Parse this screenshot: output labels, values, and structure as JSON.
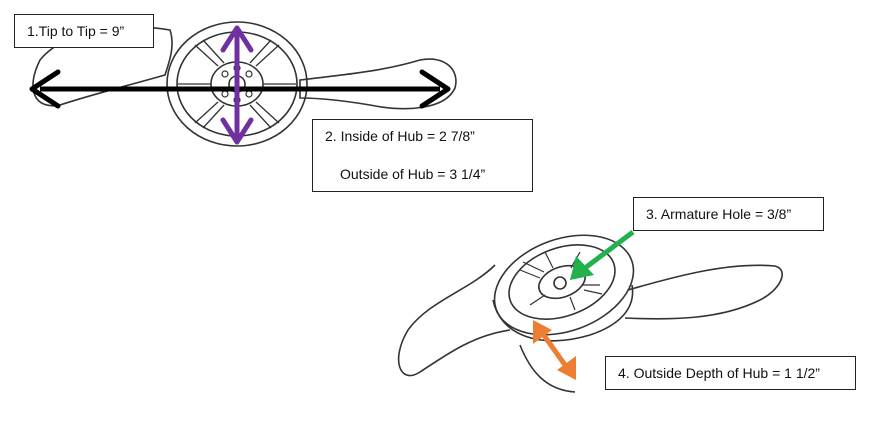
{
  "labels": {
    "tip_to_tip": "1.Tip to Tip = 9”",
    "inside_hub": "2. Inside of  Hub = 2 7/8”",
    "outside_hub": "Outside of Hub = 3 1/4”",
    "armature_hole": "3. Armature Hole = 3/8”",
    "outside_depth": "4. Outside Depth of Hub = 1 1/2”"
  },
  "colors": {
    "tip_arrow": "#000000",
    "hub_arrow": "#7030a0",
    "armature_arrow": "#22b14c",
    "depth_arrow": "#ed7d31",
    "line_art": "#333333"
  }
}
